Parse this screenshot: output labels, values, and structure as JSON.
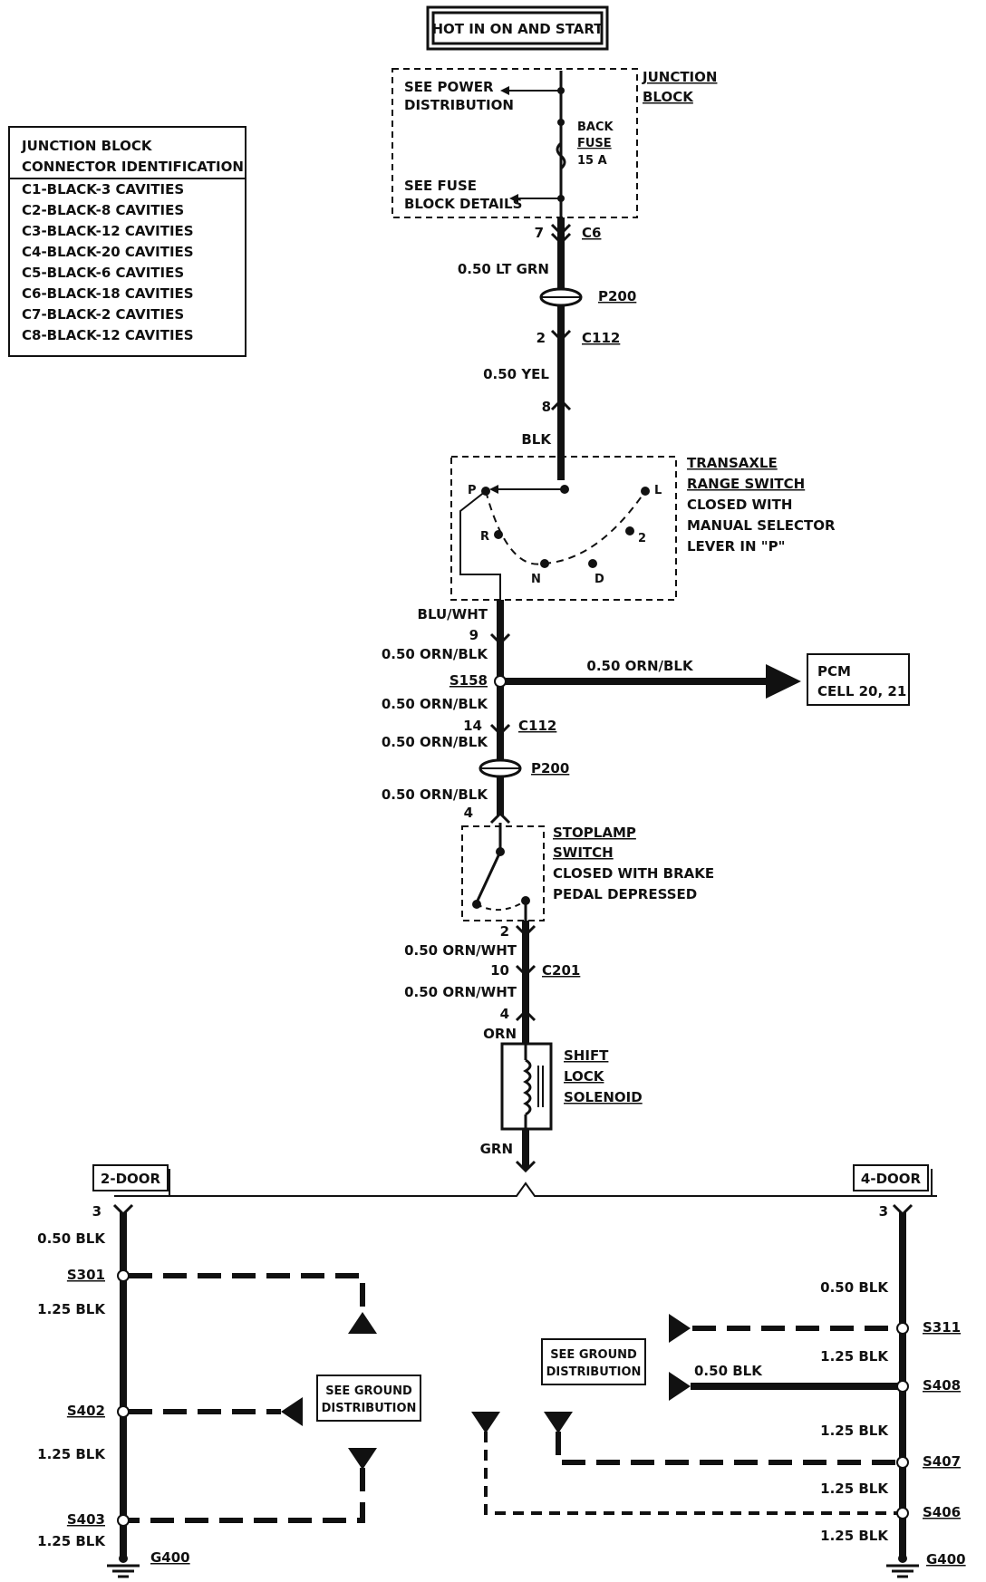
{
  "header": "HOT IN ON AND START",
  "junction_block": {
    "title1": "JUNCTION",
    "title2": "BLOCK",
    "see_power1": "SEE POWER",
    "see_power2": "DISTRIBUTION",
    "fuse1": "BACK",
    "fuse2": "FUSE",
    "fuse3": "15 A",
    "see_fuse1": "SEE FUSE",
    "see_fuse2": "BLOCK DETAILS"
  },
  "connector_table": {
    "title1": "JUNCTION BLOCK",
    "title2": "CONNECTOR IDENTIFICATION",
    "rows": [
      "C1-BLACK-3 CAVITIES",
      "C2-BLACK-8 CAVITIES",
      "C3-BLACK-12 CAVITIES",
      "C4-BLACK-20 CAVITIES",
      "C5-BLACK-6 CAVITIES",
      "C6-BLACK-18 CAVITIES",
      "C7-BLACK-2 CAVITIES",
      "C8-BLACK-12 CAVITIES"
    ]
  },
  "main_labels": {
    "pin7": "7",
    "c6": "C6",
    "wire_ltgrn": "0.50 LT GRN",
    "p200a": "P200",
    "pin2a": "2",
    "c112a": "C112",
    "wire_yel": "0.50 YEL",
    "pin8": "8",
    "wire_blk": "BLK",
    "blu_wht": "BLU/WHT",
    "pin9": "9",
    "orn_blk1": "0.50 ORN/BLK",
    "s158": "S158",
    "orn_blk_branch": "0.50 ORN/BLK",
    "orn_blk2": "0.50 ORN/BLK",
    "pin14": "14",
    "c112b": "C112",
    "orn_blk3": "0.50 ORN/BLK",
    "p200b": "P200",
    "orn_blk4": "0.50 ORN/BLK",
    "pin4a": "4",
    "pin2b": "2",
    "orn_wht1": "0.50 ORN/WHT",
    "pin10": "10",
    "c201": "C201",
    "orn_wht2": "0.50 ORN/WHT",
    "pin4b": "4",
    "orn": "ORN",
    "grn": "GRN"
  },
  "transaxle": {
    "l1": "TRANSAXLE",
    "l2": "RANGE SWITCH",
    "l3": "CLOSED WITH",
    "l4": "MANUAL SELECTOR",
    "l5": "LEVER IN \"P\"",
    "p": "P",
    "r": "R",
    "n": "N",
    "d": "D",
    "two": "2",
    "l": "L"
  },
  "pcm": {
    "l1": "PCM",
    "l2": "CELL 20, 21"
  },
  "stoplamp": {
    "l1": "STOPLAMP",
    "l2": "SWITCH",
    "l3": "CLOSED WITH BRAKE",
    "l4": "PEDAL DEPRESSED"
  },
  "solenoid": {
    "l1": "SHIFT",
    "l2": "LOCK",
    "l3": "SOLENOID"
  },
  "two_door": {
    "title": "2-DOOR",
    "pin3": "3",
    "w1": "0.50 BLK",
    "s301": "S301",
    "w2": "1.25 BLK",
    "s402": "S402",
    "w3": "1.25 BLK",
    "s403": "S403",
    "w4": "1.25 BLK",
    "g400": "G400",
    "ground1": "SEE GROUND",
    "ground2": "DISTRIBUTION"
  },
  "four_door": {
    "title": "4-DOOR",
    "pin3": "3",
    "w1": "0.50 BLK",
    "s311": "S311",
    "w2": "1.25 BLK",
    "w_branch": "0.50 BLK",
    "s408": "S408",
    "w3": "1.25 BLK",
    "s407": "S407",
    "w4": "1.25 BLK",
    "s406": "S406",
    "w5": "1.25 BLK",
    "g400": "G400",
    "ground1": "SEE GROUND",
    "ground2": "DISTRIBUTION"
  }
}
